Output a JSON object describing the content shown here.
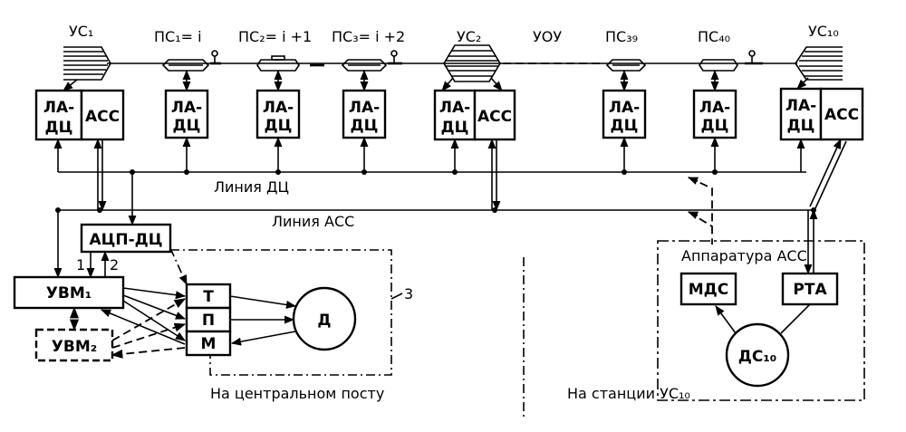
{
  "top_labels": {
    "us1": "УС₁",
    "ps1": "ПС₁= i",
    "ps2": "ПС₂= i +1",
    "ps3": "ПС₃= i +2",
    "us2": "УС₂",
    "uou": "УОУ",
    "ps39": "ПС₃₉",
    "ps40": "ПС₄₀",
    "us10": "УС₁₀"
  },
  "blocks": {
    "la_dc": "ЛА-ДЦ",
    "ass": "АСС",
    "acp_dc": "АЦП-ДЦ",
    "uvm1": "УВМ₁",
    "uvm2": "УВМ₂",
    "t": "Т",
    "p": "П",
    "m": "М",
    "d": "Д",
    "mds": "МДС",
    "rta": "РТА",
    "ds10": "ДС₁₀"
  },
  "lines": {
    "line_dc": "Линия ДЦ",
    "line_ass": "Линия АСС"
  },
  "captions": {
    "central_post": "На центральном посту",
    "station": "На станции УС₁₀",
    "ass_equipment": "Аппаратура АСС",
    "label_3": "3",
    "label_1": "1",
    "label_2": "2"
  }
}
